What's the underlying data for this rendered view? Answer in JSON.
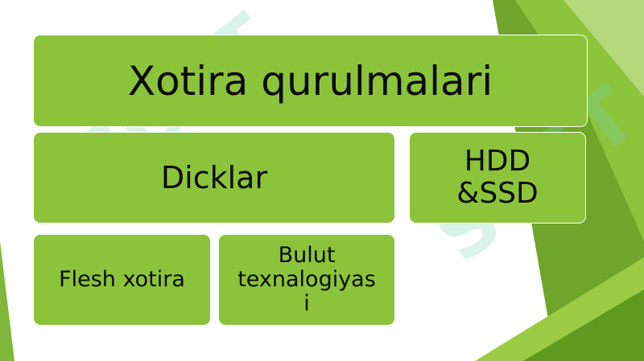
{
  "diagram": {
    "title": "Xotira qurulmalari",
    "nodes": {
      "dicklar": "Dicklar",
      "hdd_line1": "HDD",
      "hdd_line2": "&SSD",
      "flesh": "Flesh xotira",
      "bulut_line1": "Bulut",
      "bulut_line2": "texnalogiyas",
      "bulut_line3": "i"
    }
  },
  "watermark": {
    "text": "SOFT"
  },
  "colors": {
    "box_fill": "#8bc43a",
    "box_border": "#ffffff",
    "text": "#0a0a0a",
    "accent_dark": "#5f9a1f",
    "accent_light": "#a6d24a"
  }
}
